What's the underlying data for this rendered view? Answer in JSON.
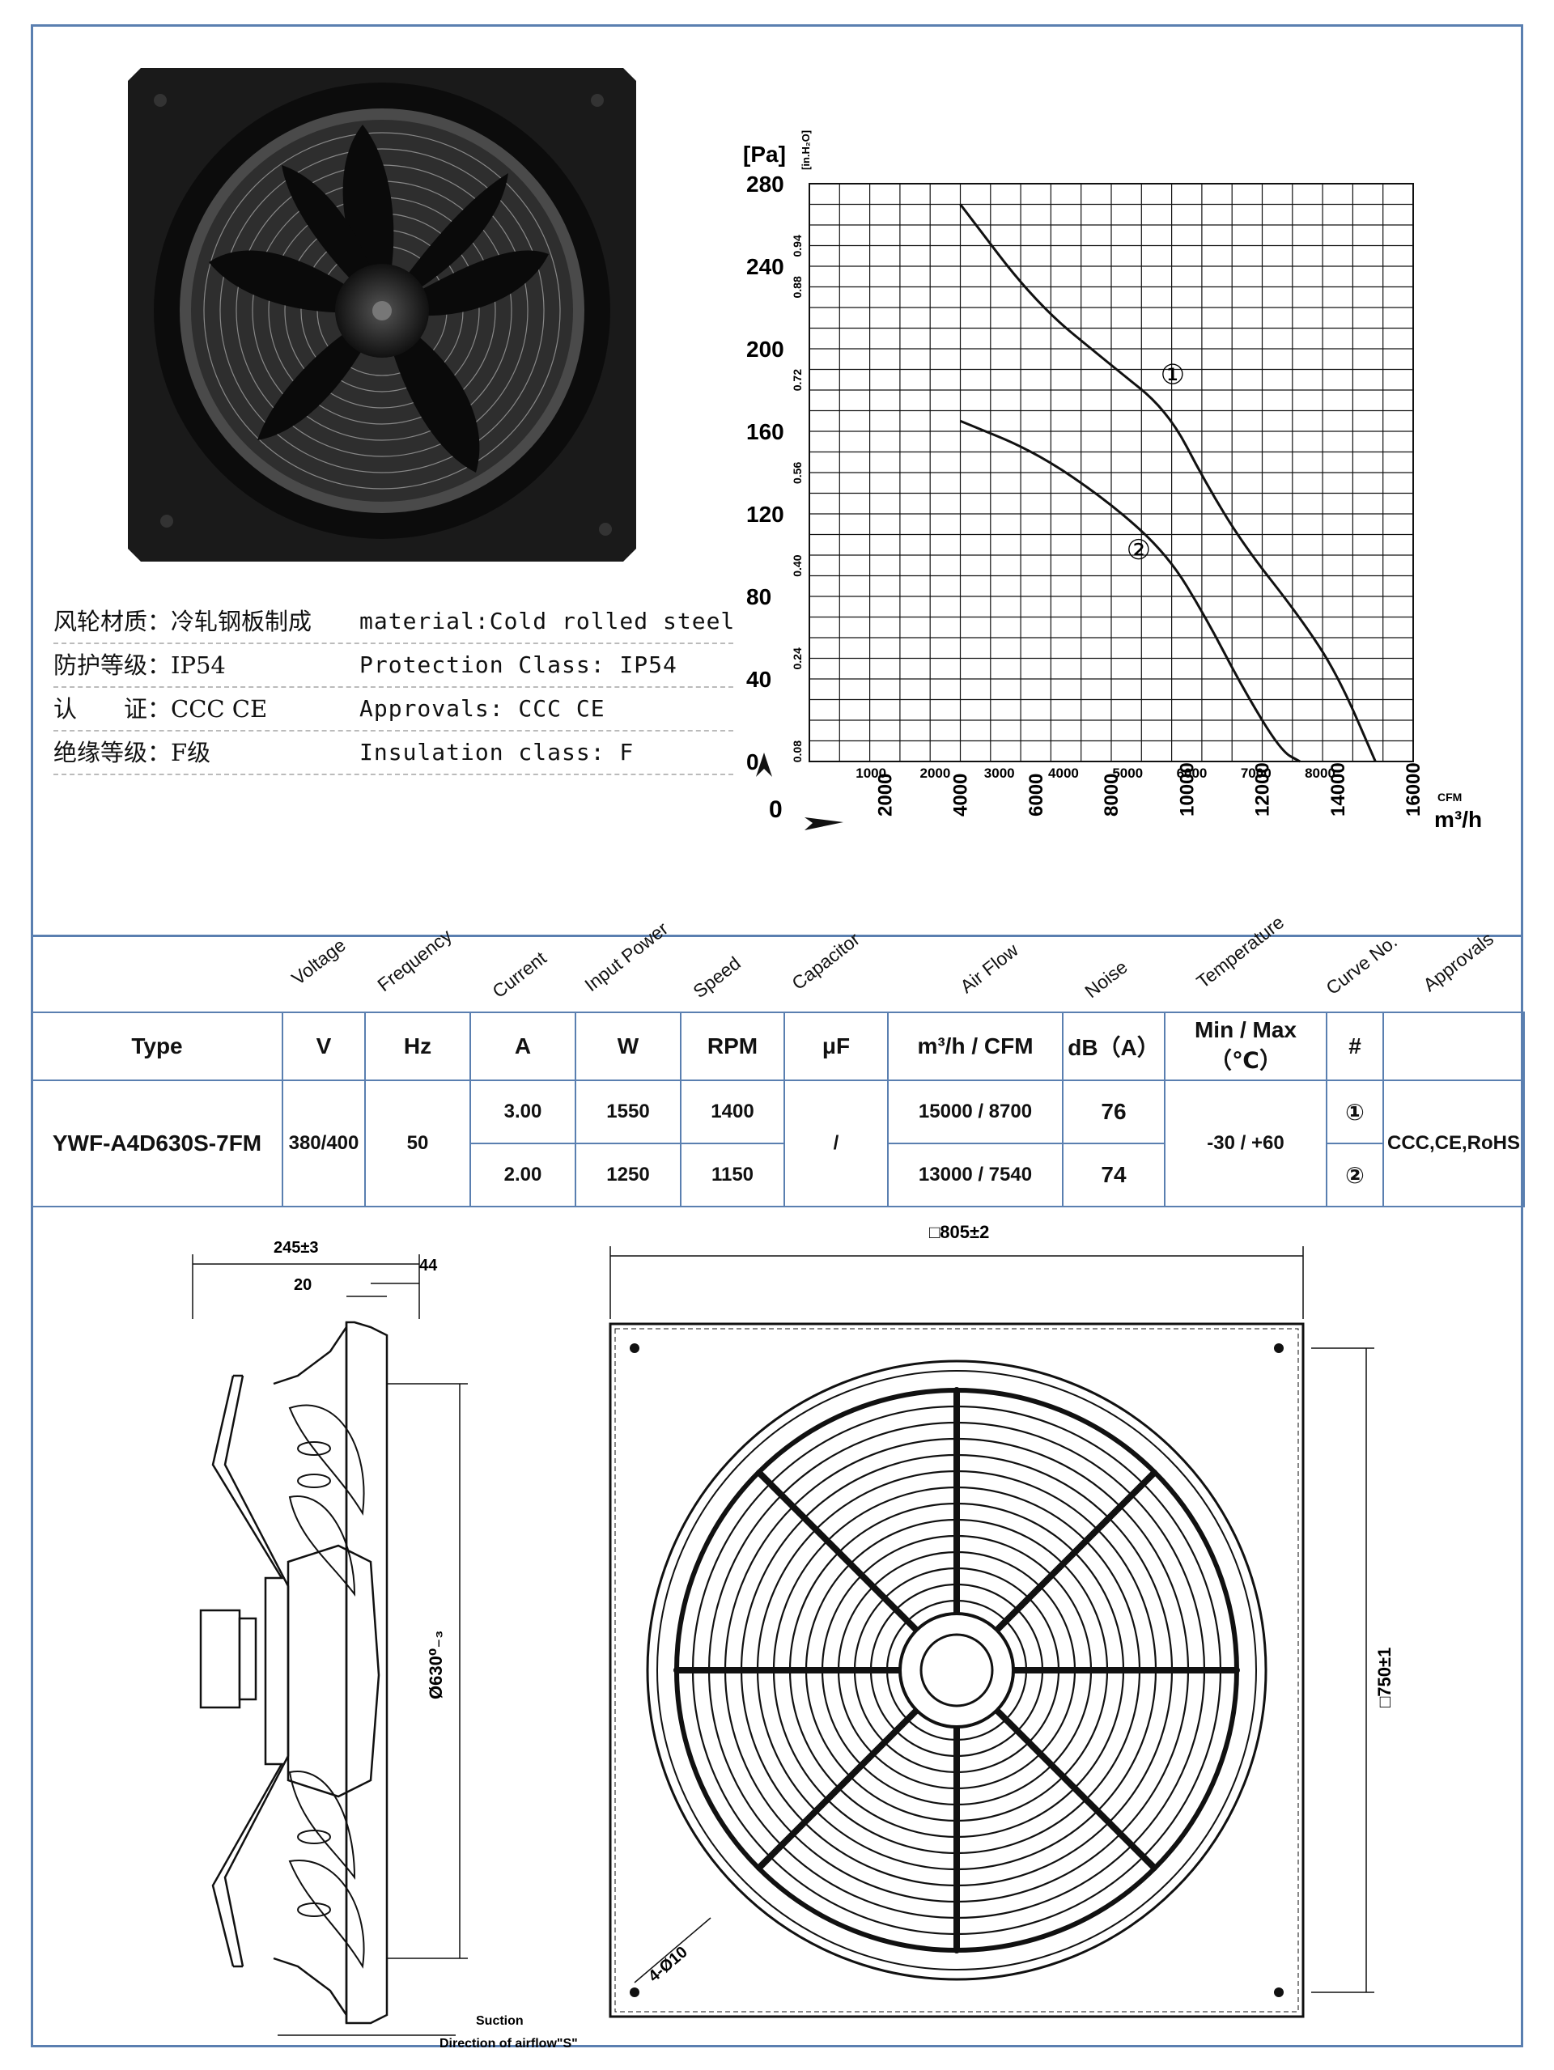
{
  "specs": [
    {
      "cn": "风轮材质：冷轧钢板制成",
      "en": "material:Cold rolled steel"
    },
    {
      "cn": "防护等级：IP54",
      "en": "Protection Class: IP54"
    },
    {
      "cn": "认　　证：CCC CE",
      "en": "Approvals: CCC  CE"
    },
    {
      "cn": "绝缘等级：F级",
      "en": "Insulation class: F"
    }
  ],
  "chart_data": {
    "type": "line",
    "ylabel": "[Pa]",
    "ylabel2": "[in.H₂O]",
    "xunit": "m³/h",
    "xunit2": "CFM",
    "origin_label": "0",
    "ylim": [
      0,
      280
    ],
    "xlim": [
      0,
      16000
    ],
    "y_ticks": [
      "280",
      "240",
      "200",
      "160",
      "120",
      "80",
      "40",
      "0"
    ],
    "y2_ticks": [
      "0.94",
      "0.88",
      "0.72",
      "0.56",
      "0.40",
      "0.24",
      "0.08"
    ],
    "x_ticks": [
      "2000",
      "4000",
      "6000",
      "8000",
      "10000",
      "12000",
      "14000",
      "16000"
    ],
    "x2_ticks": [
      "1000",
      "2000",
      "3000",
      "4000",
      "5000",
      "6000",
      "7000",
      "8000"
    ],
    "series": [
      {
        "name": "①",
        "points": [
          [
            4000,
            270
          ],
          [
            6000,
            222
          ],
          [
            8000,
            192
          ],
          [
            9500,
            170
          ],
          [
            10500,
            135
          ],
          [
            11500,
            105
          ],
          [
            13000,
            70
          ],
          [
            14000,
            42
          ],
          [
            15000,
            0
          ]
        ]
      },
      {
        "name": "②",
        "points": [
          [
            4000,
            165
          ],
          [
            6000,
            150
          ],
          [
            8000,
            125
          ],
          [
            9500,
            100
          ],
          [
            10500,
            70
          ],
          [
            11500,
            35
          ],
          [
            12500,
            5
          ],
          [
            13000,
            0
          ]
        ]
      }
    ]
  },
  "table": {
    "column_titles": [
      "Voltage",
      "Frequency",
      "Current",
      "Input Power",
      "Speed",
      "Capacitor",
      "Air Flow",
      "Noise",
      "Temperature",
      "Curve No.",
      "Approvals"
    ],
    "units": [
      "Type",
      "V",
      "Hz",
      "A",
      "W",
      "RPM",
      "μF",
      "m³/h  /  CFM",
      "dB（A）",
      "Min / Max（℃）",
      "#",
      ""
    ],
    "type": "YWF-A4D630S-7FM",
    "voltage": "380/400",
    "frequency": "50",
    "capacitor": "/",
    "temperature": "-30 / +60",
    "approvals": "CCC,CE,RoHS",
    "rows": [
      {
        "current": "3.00",
        "power": "1550",
        "speed": "1400",
        "airflow": "15000 /   8700",
        "noise": "76",
        "curve": "①"
      },
      {
        "current": "2.00",
        "power": "1250",
        "speed": "1150",
        "airflow": "13000 /   7540",
        "noise": "74",
        "curve": "②"
      }
    ]
  },
  "drawing": {
    "dim_depth": "245±3",
    "dim_20": "20",
    "dim_44": "44",
    "dim_dia": "Ø630⁰₋₃",
    "dim_square": "□805±2",
    "dim_hole_pitch": "□750±1",
    "dim_holes": "4-Ø10",
    "suction": "Suction",
    "airflow_dir": "Direction of airflow\"S\""
  }
}
